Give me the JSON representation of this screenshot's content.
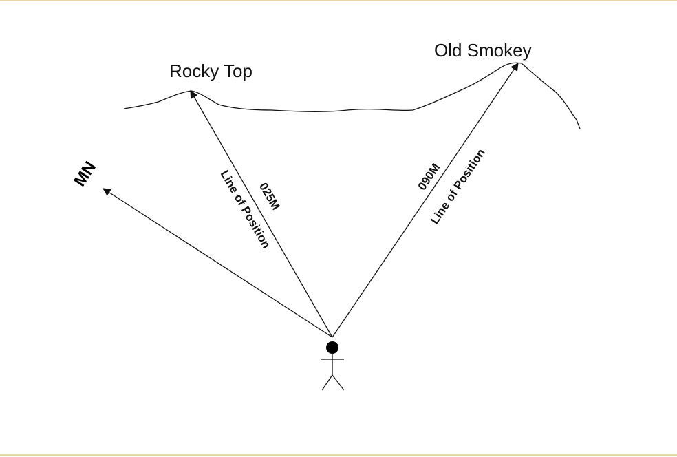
{
  "peaks": {
    "left": "Rocky Top",
    "right": "Old Smokey"
  },
  "bearings": {
    "left": "025M",
    "right": "090M"
  },
  "lines": {
    "left": "Line of Position",
    "right": "Line of Position"
  },
  "north": "MN",
  "colors": {
    "frame_border": "#e8d9a6",
    "ink": "#111111"
  }
}
